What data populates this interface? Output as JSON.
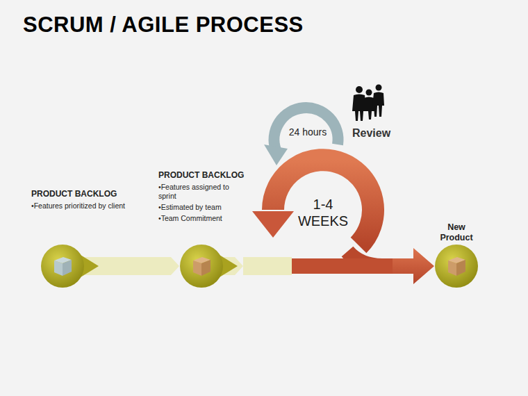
{
  "diagram": {
    "title": "SCRUM / AGILE PROCESS",
    "nodes": [
      {
        "text": [
          "PRODUCT BACKLOG",
          "•Features prioritized by client"
        ]
      },
      {
        "text": [
          "PRODUCT BACKLOG",
          "•Features assigned to sprint",
          "•Estimated by team",
          "•Team Commitment"
        ]
      },
      {
        "text": [
          "1-4 WEEKS"
        ]
      },
      {
        "text": [
          "New Product"
        ]
      }
    ],
    "edges": [
      {
        "from": 0,
        "to": 1,
        "arrow": "to"
      },
      {
        "from": 1,
        "to": 2,
        "arrow": "to"
      },
      {
        "from": 2,
        "to": 3,
        "arrow": "to"
      }
    ],
    "labels": [
      "24 hours",
      "Review"
    ]
  }
}
